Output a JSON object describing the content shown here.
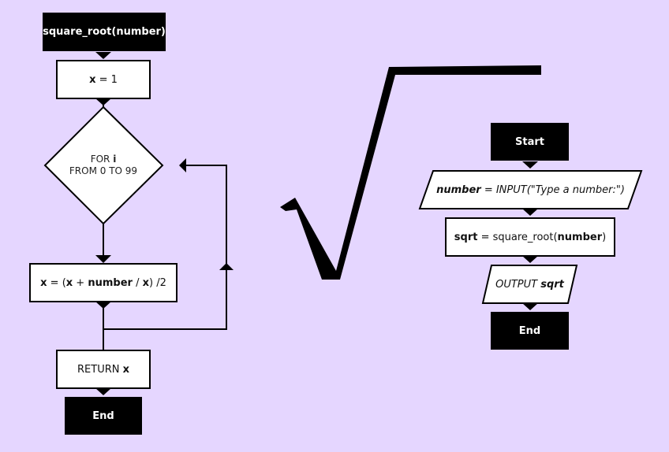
{
  "palette": {
    "background": "#e5d6ff",
    "ink": "#000000",
    "fill": "#ffffff"
  },
  "function_flow": {
    "start": {
      "label": "square_root(number)"
    },
    "init": {
      "var": "x",
      "rest": " = 1"
    },
    "loop": {
      "line1_pre": "FOR ",
      "line1_var": "i",
      "line2": "FROM 0 TO 99"
    },
    "update": {
      "p1": "x",
      "p2": " = (",
      "p3": "x",
      "p4": " + ",
      "p5": "number",
      "p6": " / ",
      "p7": "x",
      "p8": ") /2"
    },
    "ret": {
      "pre": "RETURN ",
      "var": "x"
    },
    "end": {
      "label": "End"
    }
  },
  "main_flow": {
    "start": {
      "label": "Start"
    },
    "input": {
      "var": "number",
      "rest": " = INPUT(\"Type a number:\")"
    },
    "call": {
      "var": "sqrt",
      "mid": " = square_root(",
      "arg": "number",
      "close": ")"
    },
    "output": {
      "pre": "OUTPUT ",
      "var": "sqrt"
    },
    "end": {
      "label": "End"
    }
  },
  "decoration": {
    "symbol": "square-root-sign"
  }
}
